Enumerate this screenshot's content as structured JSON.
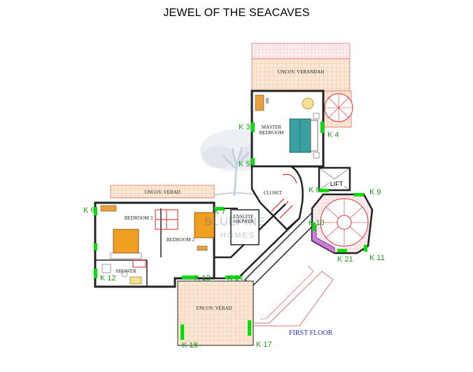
{
  "title": "JEWEL OF THE SEACAVES",
  "floor_label": "FIRST FLOOR",
  "lift_label": "LIFT",
  "watermark": {
    "line1": "BLUEPINE",
    "line2": "HOMES"
  },
  "rooms": {
    "uncov_verandah": "UNCOV. VERANDAH",
    "master_bedroom_l1": "MASTER",
    "master_bedroom_l2": "BEDROOM",
    "closet": "CLOSET",
    "uncov_verad_top": "UNCOV. VERAD",
    "bedroom3": "BEDROOM 3",
    "bedroom2": "BEDROOM 2",
    "ensuite_l1": "ENSUITE",
    "ensuite_l2": "SHOWER",
    "shower": "SHOWER",
    "uncov_verad_bottom": "UNCOV. VERAD"
  },
  "markers": {
    "k3": "K 3",
    "k4": "K 4",
    "k5": "K 5",
    "k6": "K 6",
    "k7": "K 7",
    "k8": "K 8",
    "k9": "K 9",
    "k10": "K 10",
    "k11": "K 11",
    "k12": "K 12",
    "k13": "K 13",
    "k14": "K 14",
    "k17": "K 17",
    "k18": "K 18",
    "k21": "K 21"
  },
  "colors": {
    "wall": "#222222",
    "window": "#00e000",
    "marker_text": "#1c9a1c",
    "veranda_fill": "#fbe8d4",
    "veranda_grid": "#e8a888",
    "furniture_red": "#e02020",
    "bed_teal": "#3aa0a0",
    "bed_orange": "#f0a020",
    "stair_purple": "#e8c8f0",
    "floor_label": "#2233cc",
    "watermark": "#3f5f8a"
  }
}
